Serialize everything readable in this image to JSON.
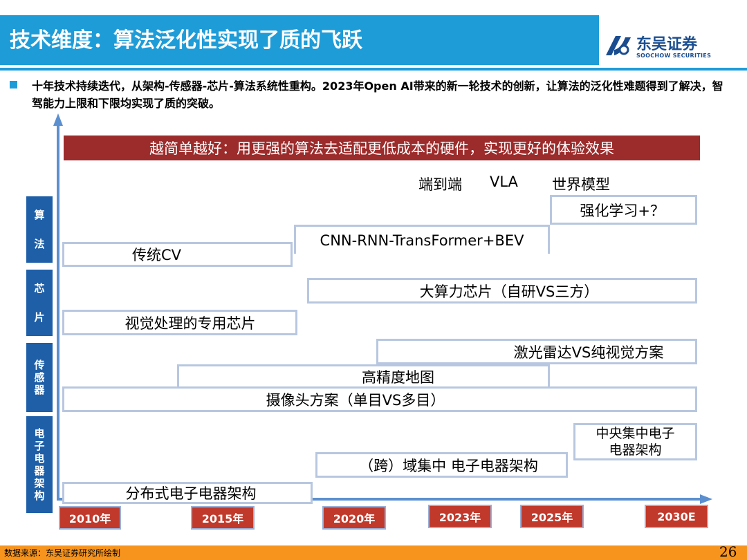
{
  "header": {
    "title": "技术维度：算法泛化性实现了质的飞跃",
    "logo_name": "东吴证券",
    "logo_en": "SOOCHOW SECURITIES"
  },
  "intro": "十年技术持续迭代，从架构-传感器-芯片-算法系统性重构。2023年Open AI带来的新一轮技术的创新，让算法的泛化性难题得到了解决，智驾能力上限和下限均实现了质的突破。",
  "diagram": {
    "banner": "越简单越好：用更强的算法去适配更低成本的硬件，实现更好的体验效果",
    "dimensions": {
      "algorithm": [
        "算",
        "法"
      ],
      "chip": [
        "芯",
        "片"
      ],
      "sensor": [
        "传",
        "感",
        "器"
      ],
      "architecture": [
        "电",
        "子",
        "电",
        "器",
        "架",
        "构"
      ]
    },
    "algorithm": {
      "top_labels": [
        "端到端",
        "VLA",
        "世界模型"
      ],
      "rl": "强化学习+？",
      "cnn": "CNN-RNN-TransFormer+BEV",
      "cv": "传统CV"
    },
    "chip": {
      "big": "大算力芯片（自研VS三方）",
      "vision": "视觉处理的专用芯片"
    },
    "sensor": {
      "lidar": "激光雷达VS纯视觉方案",
      "hdmap": "高精度地图",
      "camera": "摄像头方案（单目VS多目）"
    },
    "architecture": {
      "central": [
        "中央集中电子",
        "电器架构"
      ],
      "domain": "（跨）域集中 电子电器架构",
      "distributed": "分布式电子电器架构"
    },
    "years": [
      "2010年",
      "2015年",
      "2020年",
      "2023年",
      "2025年",
      "2030E"
    ]
  },
  "footer": {
    "source": "数据来源：东吴证券研究所绘制",
    "page": "26"
  }
}
